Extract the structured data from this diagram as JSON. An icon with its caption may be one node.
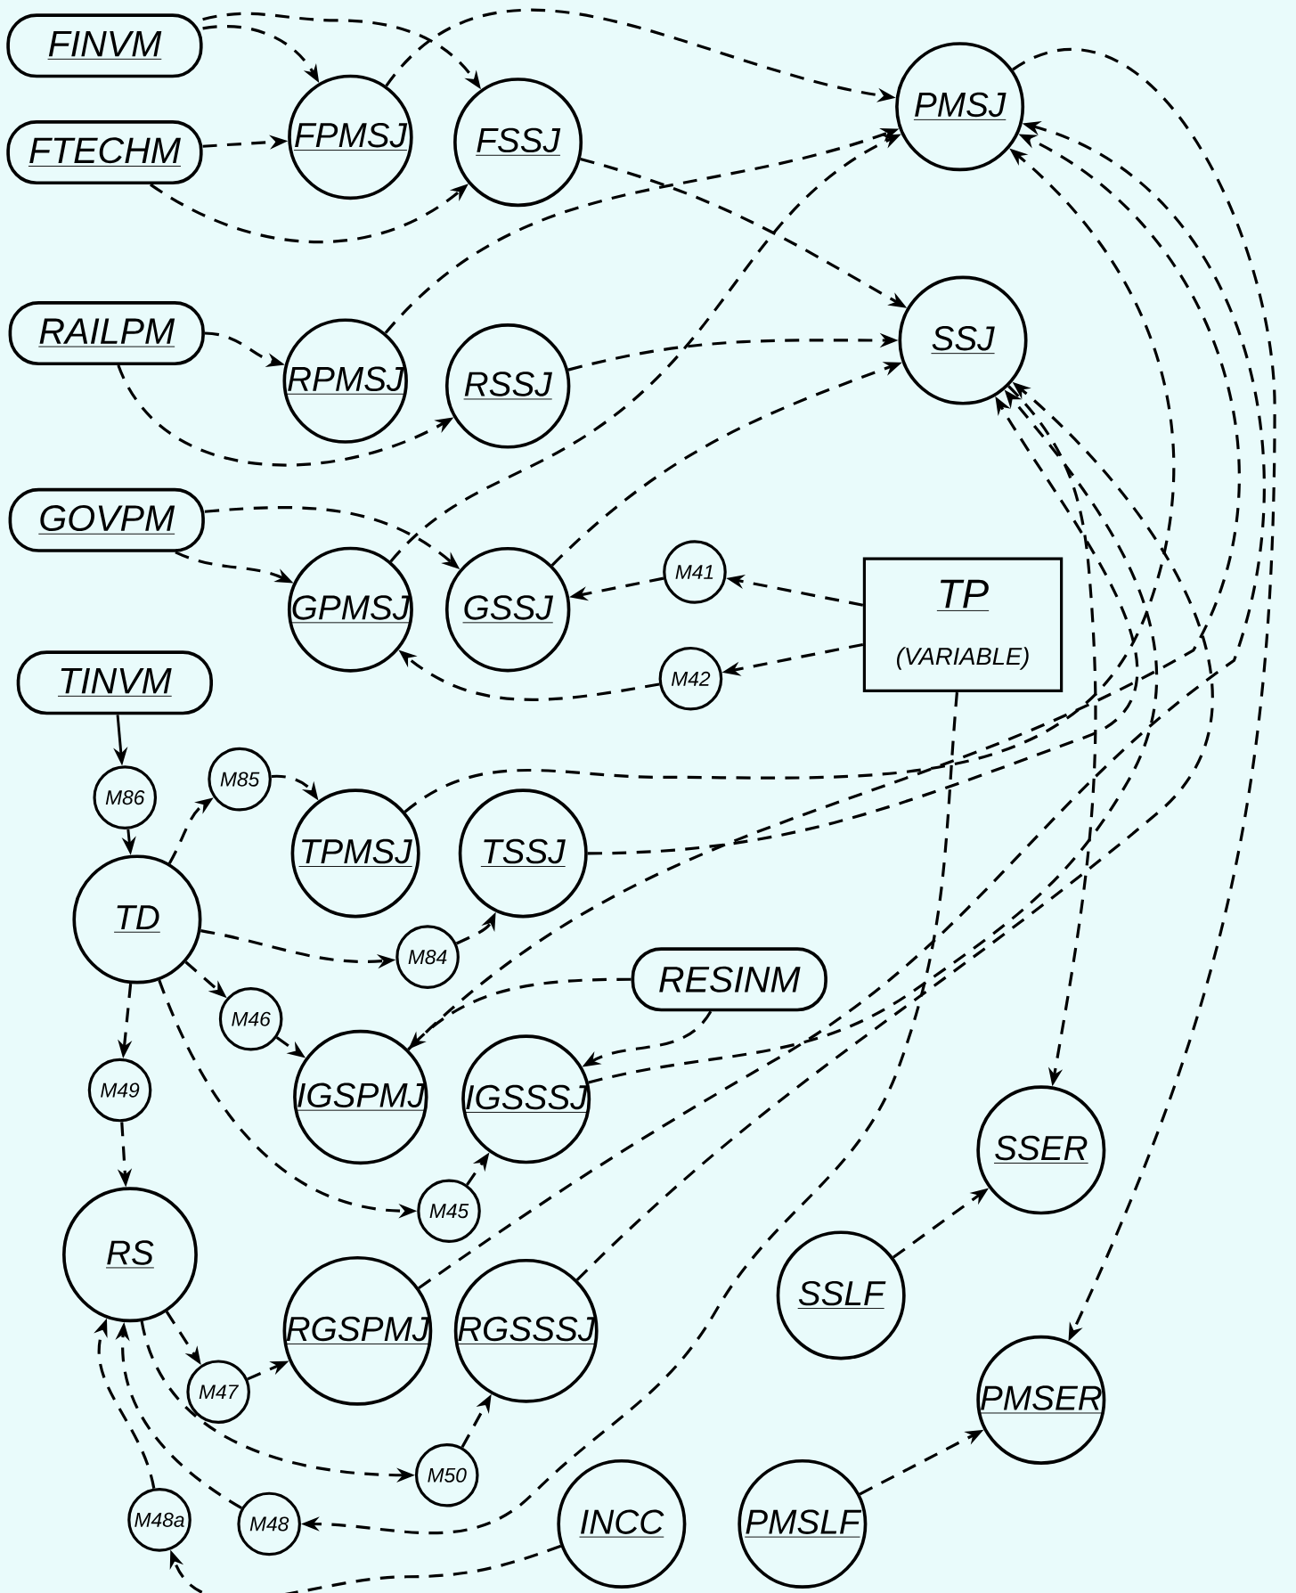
{
  "diagram": {
    "nodes": [
      {
        "text": [
          "FINVM"
        ]
      },
      {
        "text": [
          "FTECHM"
        ]
      },
      {
        "text": [
          "FPMSJ"
        ]
      },
      {
        "text": [
          "FSSJ"
        ]
      },
      {
        "text": [
          "PMSJ"
        ]
      },
      {
        "text": [
          "SSJ"
        ]
      },
      {
        "text": [
          "RAILPM"
        ]
      },
      {
        "text": [
          "RPMSJ"
        ]
      },
      {
        "text": [
          "RSSJ"
        ]
      },
      {
        "text": [
          "GOVPM"
        ]
      },
      {
        "text": [
          "GPMSJ"
        ]
      },
      {
        "text": [
          "GSSJ"
        ]
      },
      {
        "text": [
          "M41"
        ]
      },
      {
        "text": [
          "TP",
          "(VARIABLE)"
        ]
      },
      {
        "text": [
          "M42"
        ]
      },
      {
        "text": [
          "TINVM"
        ]
      },
      {
        "text": [
          "M86"
        ]
      },
      {
        "text": [
          "M85"
        ]
      },
      {
        "text": [
          "TPMSJ"
        ]
      },
      {
        "text": [
          "TSSJ"
        ]
      },
      {
        "text": [
          "TD"
        ]
      },
      {
        "text": [
          "M84"
        ]
      },
      {
        "text": [
          "RESINM"
        ]
      },
      {
        "text": [
          "M46"
        ]
      },
      {
        "text": [
          "IGSPMJ"
        ]
      },
      {
        "text": [
          "IGSSSJ"
        ]
      },
      {
        "text": [
          "M49"
        ]
      },
      {
        "text": [
          "SSER"
        ]
      },
      {
        "text": [
          "M45"
        ]
      },
      {
        "text": [
          "RS"
        ]
      },
      {
        "text": [
          "SSLF"
        ]
      },
      {
        "text": [
          "RGSPMJ"
        ]
      },
      {
        "text": [
          "RGSSSJ"
        ]
      },
      {
        "text": [
          "M47"
        ]
      },
      {
        "text": [
          "PMSER"
        ]
      },
      {
        "text": [
          "M50"
        ]
      },
      {
        "text": [
          "M48a"
        ]
      },
      {
        "text": [
          "M48"
        ]
      },
      {
        "text": [
          "INCC"
        ]
      },
      {
        "text": [
          "PMSLF"
        ]
      }
    ],
    "edges": [
      {
        "from": 0,
        "to": 2,
        "arrow": "to",
        "style": "dashed"
      },
      {
        "from": 0,
        "to": 3,
        "arrow": "to",
        "style": "dashed"
      },
      {
        "from": 2,
        "to": 4,
        "arrow": "to",
        "style": "dashed"
      },
      {
        "from": 1,
        "to": 2,
        "arrow": "to",
        "style": "dashed"
      },
      {
        "from": 1,
        "to": 3,
        "arrow": "to",
        "style": "dashed"
      },
      {
        "from": 3,
        "to": 5,
        "arrow": "to",
        "style": "dashed"
      },
      {
        "from": 6,
        "to": 7,
        "arrow": "to",
        "style": "dashed"
      },
      {
        "from": 6,
        "to": 8,
        "arrow": "to",
        "style": "dashed"
      },
      {
        "from": 7,
        "to": 4,
        "arrow": "to",
        "style": "dashed"
      },
      {
        "from": 8,
        "to": 5,
        "arrow": "to",
        "style": "dashed"
      },
      {
        "from": 9,
        "to": 11,
        "arrow": "to",
        "style": "dashed"
      },
      {
        "from": 9,
        "to": 10,
        "arrow": "to",
        "style": "dashed"
      },
      {
        "from": 10,
        "to": 4,
        "arrow": "to",
        "style": "dashed"
      },
      {
        "from": 11,
        "to": 5,
        "arrow": "to",
        "style": "dashed"
      },
      {
        "from": 13,
        "to": 12,
        "arrow": "to",
        "style": "dashed"
      },
      {
        "from": 12,
        "to": 11,
        "arrow": "to",
        "style": "dashed"
      },
      {
        "from": 13,
        "to": 14,
        "arrow": "to",
        "style": "dashed"
      },
      {
        "from": 14,
        "to": 10,
        "arrow": "to",
        "style": "dashed"
      },
      {
        "from": 15,
        "to": 16,
        "arrow": "to"
      },
      {
        "from": 16,
        "to": 20,
        "arrow": "to"
      },
      {
        "from": 20,
        "to": 17,
        "arrow": "to",
        "style": "dashed"
      },
      {
        "from": 17,
        "to": 18,
        "arrow": "to",
        "style": "dashed"
      },
      {
        "from": 20,
        "to": 21,
        "arrow": "to",
        "style": "dashed"
      },
      {
        "from": 21,
        "to": 19,
        "arrow": "to",
        "style": "dashed"
      },
      {
        "from": 20,
        "to": 23,
        "arrow": "to",
        "style": "dashed"
      },
      {
        "from": 23,
        "to": 24,
        "arrow": "to",
        "style": "dashed"
      },
      {
        "from": 20,
        "to": 28,
        "arrow": "to",
        "style": "dashed"
      },
      {
        "from": 28,
        "to": 25,
        "arrow": "to",
        "style": "dashed"
      },
      {
        "from": 20,
        "to": 26,
        "arrow": "to",
        "style": "dashed"
      },
      {
        "from": 26,
        "to": 29,
        "arrow": "to",
        "style": "dashed"
      },
      {
        "from": 18,
        "to": 4,
        "arrow": "to",
        "style": "dashed"
      },
      {
        "from": 19,
        "to": 5,
        "arrow": "to",
        "style": "dashed"
      },
      {
        "from": 24,
        "to": 4,
        "arrow": "to",
        "style": "dashed"
      },
      {
        "from": 25,
        "to": 5,
        "arrow": "to",
        "style": "dashed"
      },
      {
        "from": 31,
        "to": 4,
        "arrow": "to",
        "style": "dashed"
      },
      {
        "from": 32,
        "to": 5,
        "arrow": "to",
        "style": "dashed"
      },
      {
        "from": 22,
        "to": 24,
        "arrow": "to",
        "style": "dashed"
      },
      {
        "from": 22,
        "to": 25,
        "arrow": "to",
        "style": "dashed"
      },
      {
        "from": 5,
        "to": 27,
        "arrow": "to",
        "style": "dashed"
      },
      {
        "from": 4,
        "to": 34,
        "arrow": "to",
        "style": "dashed"
      },
      {
        "from": 30,
        "to": 27,
        "arrow": "to",
        "style": "dashed"
      },
      {
        "from": 39,
        "to": 34,
        "arrow": "to",
        "style": "dashed"
      },
      {
        "from": 13,
        "to": 37,
        "arrow": "to",
        "style": "dashed"
      },
      {
        "from": 38,
        "to": 36,
        "arrow": "to",
        "style": "dashed"
      },
      {
        "from": 36,
        "to": 29,
        "arrow": "to",
        "style": "dashed"
      },
      {
        "from": 37,
        "to": 29,
        "arrow": "to",
        "style": "dashed"
      },
      {
        "from": 29,
        "to": 33,
        "arrow": "to",
        "style": "dashed"
      },
      {
        "from": 33,
        "to": 31,
        "arrow": "to",
        "style": "dashed"
      },
      {
        "from": 29,
        "to": 35,
        "arrow": "to",
        "style": "dashed"
      },
      {
        "from": 35,
        "to": 32,
        "arrow": "to",
        "style": "dashed"
      }
    ]
  }
}
